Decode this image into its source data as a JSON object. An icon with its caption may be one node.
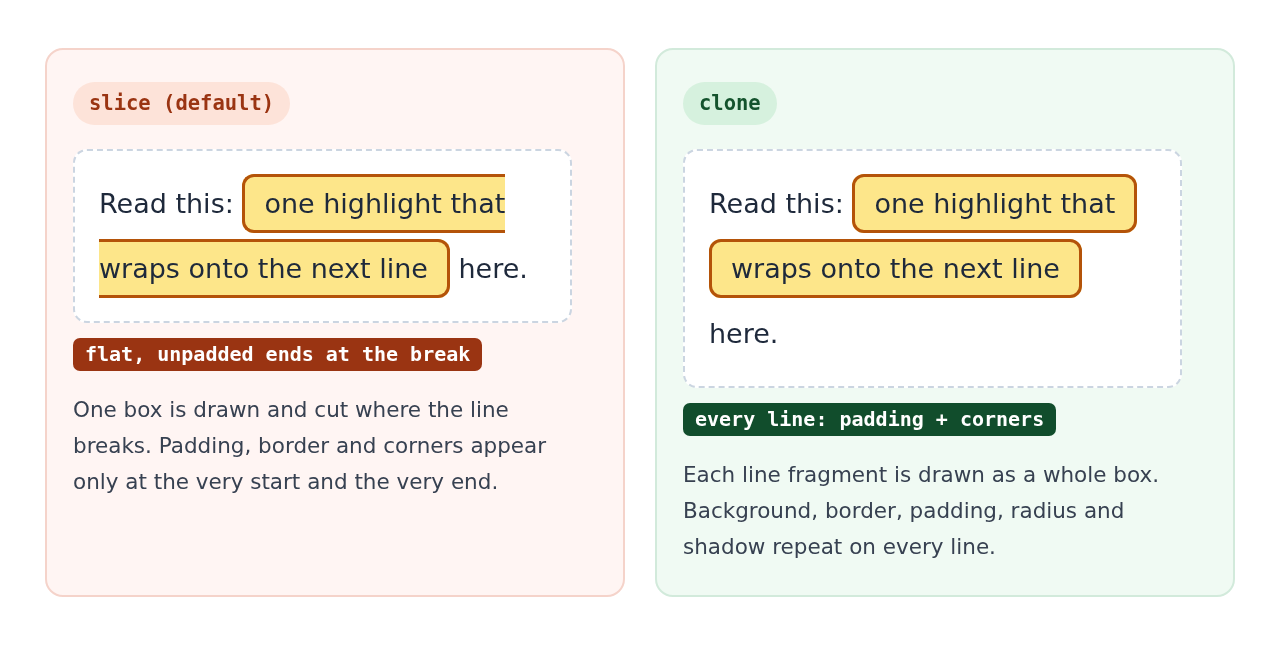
{
  "diagram": {
    "nodes": [
      {
        "text": [
          "One box is drawn and cut where the line breaks. Padding, border and corners appear only at the very start and the very end."
        ]
      },
      {
        "text": [
          "slice (default)"
        ],
        "in": 0
      },
      {
        "text": [
          "Read this:",
          "here."
        ],
        "in": 0
      },
      {
        "text": [
          "one highlight that"
        ],
        "in": 2
      },
      {
        "text": [
          "wraps onto the next line"
        ],
        "in": 2
      },
      {
        "text": [
          "flat, unpadded ends at the break"
        ],
        "in": 0
      },
      {
        "text": [
          "Each line fragment is drawn as a whole box. Background, border, padding, radius and shadow repeat on every line."
        ]
      },
      {
        "text": [
          "clone"
        ],
        "in": 6
      },
      {
        "text": [
          "Read this:",
          "here."
        ],
        "in": 6
      },
      {
        "text": [
          "one highlight that"
        ],
        "in": 8
      },
      {
        "text": [
          "wraps onto the next line"
        ],
        "in": 8
      },
      {
        "text": [
          "every line: padding + corners"
        ],
        "in": 6
      }
    ]
  }
}
